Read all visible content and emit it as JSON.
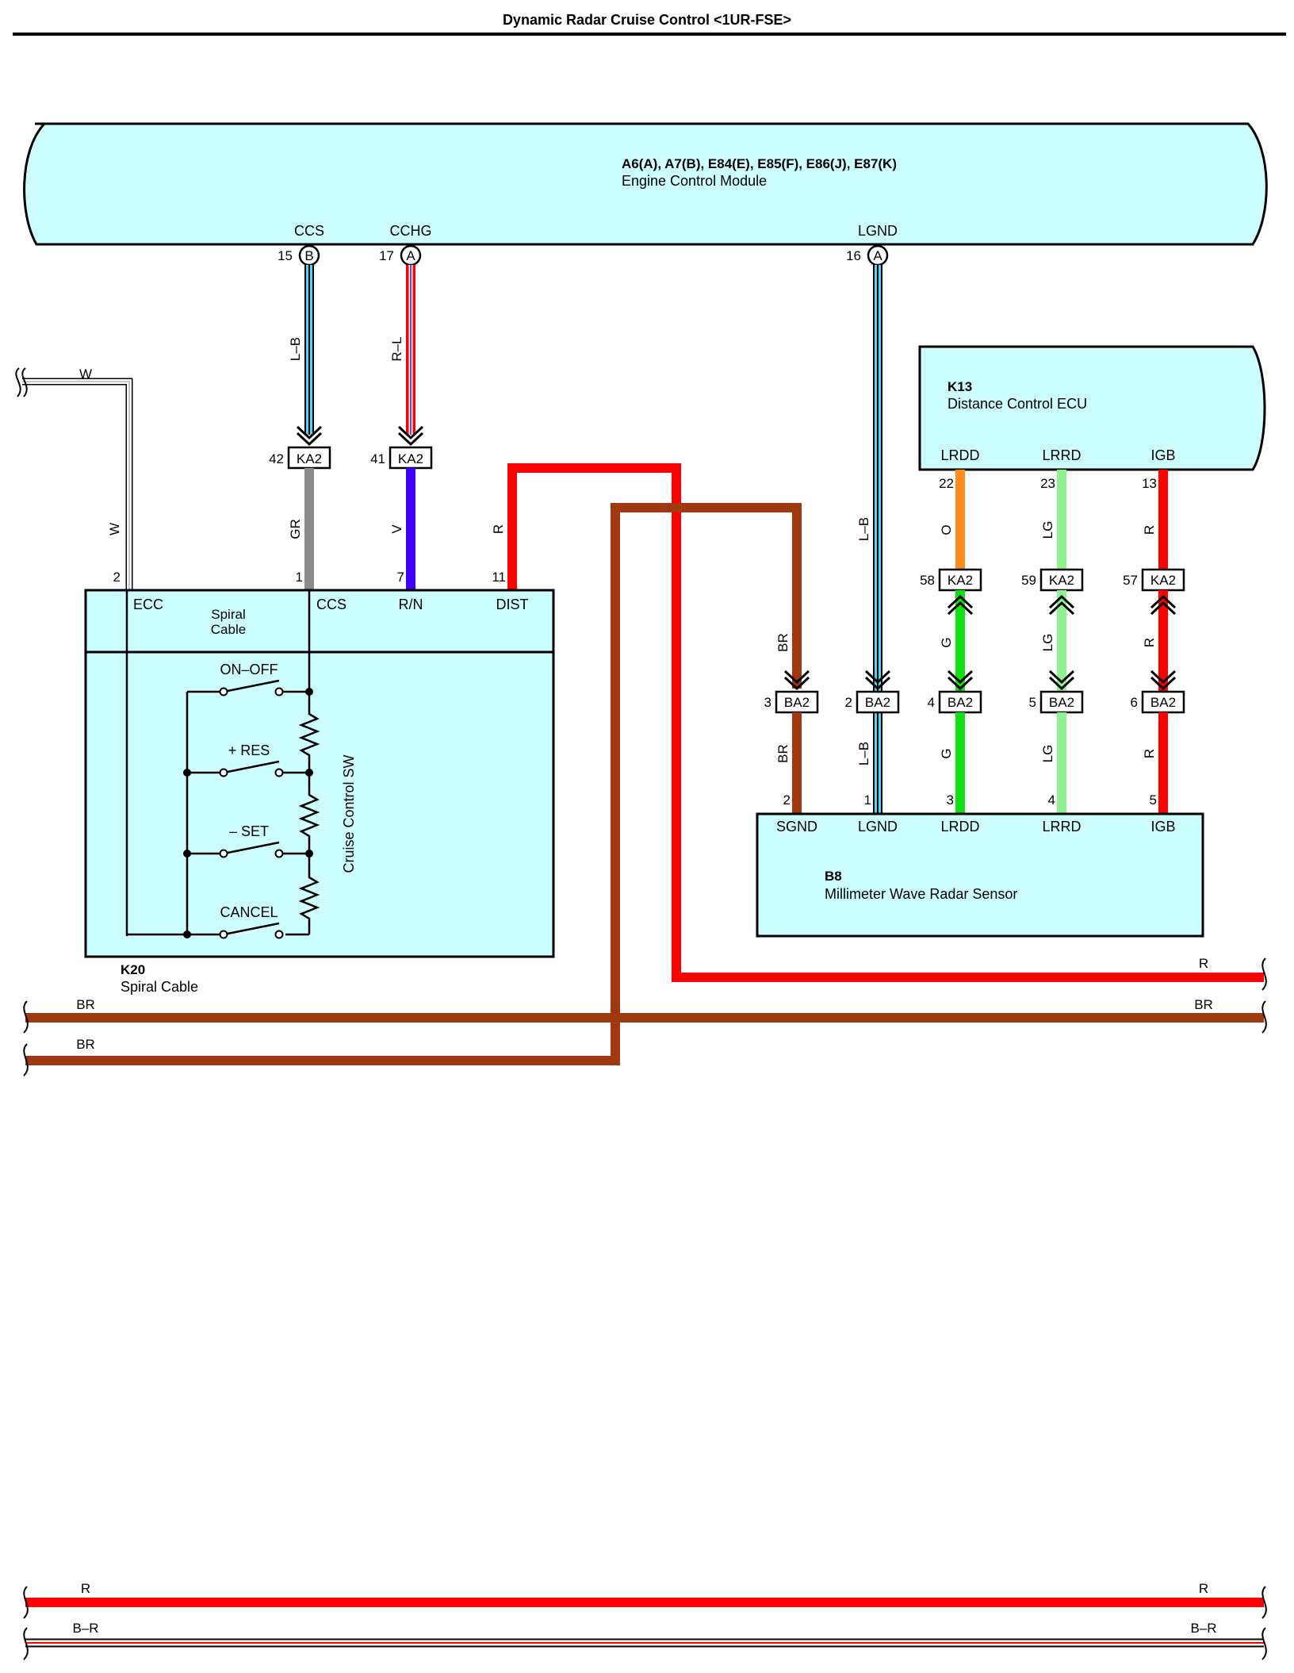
{
  "title": "Dynamic Radar Cruise Control <1UR-FSE>",
  "colors": {
    "module_fill": "#cdfefe",
    "red": "#ff0000",
    "brown": "#a0390f",
    "cyan": "#52d6ef",
    "gray": "#8c8c8c",
    "violet": "#4000ff",
    "orange": "#ff8c1a",
    "green": "#13e013",
    "light_green": "#8ef28e"
  },
  "ecm": {
    "codes": "A6(A), A7(B), E84(E), E85(F), E86(J), E87(K)",
    "name": "Engine Control Module",
    "terminals": [
      {
        "label": "CCS",
        "pin": "15",
        "connector": "B"
      },
      {
        "label": "CCHG",
        "pin": "17",
        "connector": "A"
      },
      {
        "label": "LGND",
        "pin": "16",
        "connector": "A"
      }
    ]
  },
  "k13": {
    "code": "K13",
    "name": "Distance Control ECU",
    "terminals": [
      {
        "label": "LRDD",
        "pin": "22"
      },
      {
        "label": "LRRD",
        "pin": "23"
      },
      {
        "label": "IGB",
        "pin": "13"
      }
    ]
  },
  "k20": {
    "code": "K20",
    "name": "Spiral Cable",
    "inner_label_1": "Spiral",
    "inner_label_2": "Cable",
    "switch_name": "Cruise Control SW",
    "switches": [
      "ON–OFF",
      "+ RES",
      "– SET",
      "CANCEL"
    ],
    "terminals": [
      {
        "label": "ECC",
        "pin": "2"
      },
      {
        "label": "CCS",
        "pin": "1"
      },
      {
        "label": "R/N",
        "pin": "7"
      },
      {
        "label": "DIST",
        "pin": "11"
      }
    ]
  },
  "b8": {
    "code": "B8",
    "name": "Millimeter Wave Radar Sensor",
    "terminals": [
      {
        "label": "SGND",
        "pin": "2"
      },
      {
        "label": "LGND",
        "pin": "1"
      },
      {
        "label": "LRDD",
        "pin": "3"
      },
      {
        "label": "LRRD",
        "pin": "4"
      },
      {
        "label": "IGB",
        "pin": "5"
      }
    ]
  },
  "connectors": {
    "ka2": [
      {
        "name": "KA2",
        "pin": "42"
      },
      {
        "name": "KA2",
        "pin": "41"
      },
      {
        "name": "KA2",
        "pin": "58"
      },
      {
        "name": "KA2",
        "pin": "59"
      },
      {
        "name": "KA2",
        "pin": "57"
      }
    ],
    "ba2": [
      {
        "name": "BA2",
        "pin": "3"
      },
      {
        "name": "BA2",
        "pin": "2"
      },
      {
        "name": "BA2",
        "pin": "4"
      },
      {
        "name": "BA2",
        "pin": "5"
      },
      {
        "name": "BA2",
        "pin": "6"
      }
    ]
  },
  "wire_labels": {
    "lb": "L–B",
    "rl": "R–L",
    "gr": "GR",
    "v": "V",
    "r": "R",
    "w": "W",
    "br": "BR",
    "o": "O",
    "lg": "LG",
    "g": "G",
    "br_stripe": "B–R"
  }
}
